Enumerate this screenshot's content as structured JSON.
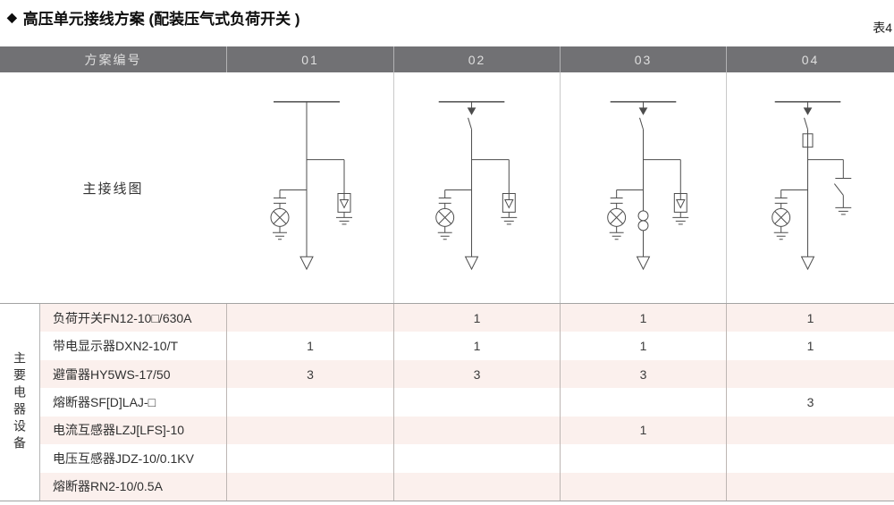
{
  "page": {
    "title_icon": "◆",
    "title": "高压单元接线方案 (配装压气式负荷开关 )",
    "sheet_label": "表4"
  },
  "header": {
    "scheme_label": "方案编号",
    "columns": [
      "01",
      "02",
      "03",
      "04"
    ]
  },
  "diagram_row": {
    "label": "主接线图"
  },
  "diagrams": {
    "01": {
      "components": [
        "busbar",
        "live-display-sensor",
        "indicator-lamp",
        "surge-arrester",
        "cable-outgoing"
      ]
    },
    "02": {
      "components": [
        "busbar",
        "load-switch",
        "live-display-sensor",
        "indicator-lamp",
        "surge-arrester",
        "cable-outgoing"
      ]
    },
    "03": {
      "components": [
        "busbar",
        "load-switch",
        "live-display-sensor",
        "indicator-lamp",
        "current-transformer",
        "surge-arrester",
        "cable-outgoing"
      ]
    },
    "04": {
      "components": [
        "busbar",
        "load-switch",
        "fuse",
        "live-display-sensor",
        "indicator-lamp",
        "earthing-switch",
        "cable-outgoing"
      ]
    }
  },
  "equipment": {
    "side_label": "主要电器设备",
    "rows": [
      {
        "name": "负荷开关FN12-10□/630A",
        "values": [
          "",
          "1",
          "1",
          "1"
        ]
      },
      {
        "name": "带电显示器DXN2-10/T",
        "values": [
          "1",
          "1",
          "1",
          "1"
        ]
      },
      {
        "name": "避雷器HY5WS-17/50",
        "values": [
          "3",
          "3",
          "3",
          ""
        ]
      },
      {
        "name": "熔断器SF[D]LAJ-□",
        "values": [
          "",
          "",
          "",
          "3"
        ]
      },
      {
        "name": "电流互感器LZJ[LFS]-10",
        "values": [
          "",
          "",
          "1",
          ""
        ]
      },
      {
        "name": "电压互感器JDZ-10/0.1KV",
        "values": [
          "",
          "",
          "",
          ""
        ]
      },
      {
        "name": "熔断器RN2-10/0.5A",
        "values": [
          "",
          "",
          "",
          ""
        ]
      }
    ]
  },
  "colors": {
    "header_bg": "#717174",
    "row_alt_bg": "#fbf0ed",
    "diagram_line": "#4d4d4d"
  }
}
